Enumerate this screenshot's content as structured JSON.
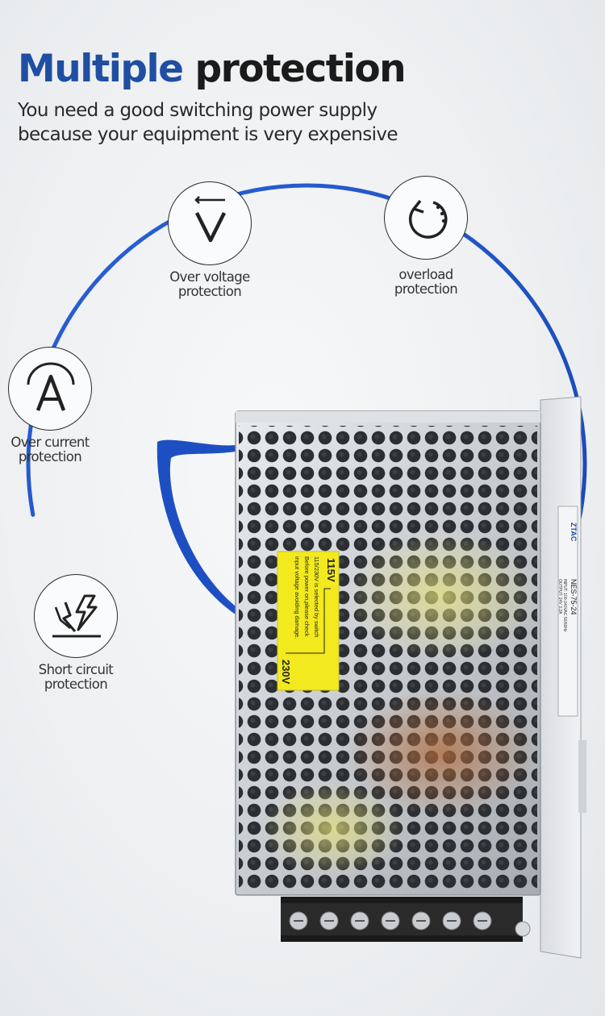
{
  "header": {
    "title_word1": "Multiple",
    "title_word2": "protection",
    "subtitle_line1": "You need a good switching power supply",
    "subtitle_line2": "because your equipment is very expensive"
  },
  "features": [
    {
      "icon": "voltage-v-icon",
      "line1": "Over voltage",
      "line2": "protection"
    },
    {
      "icon": "overload-cycle-icon",
      "line1": "overload",
      "line2": "protection"
    },
    {
      "icon": "ampere-a-icon",
      "line1": "Over current",
      "line2": "protection"
    },
    {
      "icon": "short-circuit-lightning-icon",
      "line1": "Short circuit",
      "line2": "protection"
    }
  ],
  "product": {
    "warning_label": {
      "v_low": "115V",
      "v_high": "230V",
      "line1": "115/230V is selected by switch",
      "line2": "Before power on,please check",
      "line3": "input voltage avoiding damage."
    },
    "side_label": {
      "brand": "ZTAC",
      "model": "NES-75-24",
      "input": "INPUT: 100-240VAC 50/60Hz",
      "output": "OUTPUT: 24V 3.2A"
    }
  },
  "colors": {
    "accent_blue": "#1f4ea2",
    "ring_blue": "#1e4fc2",
    "warning_yellow": "#f2ea1e"
  }
}
